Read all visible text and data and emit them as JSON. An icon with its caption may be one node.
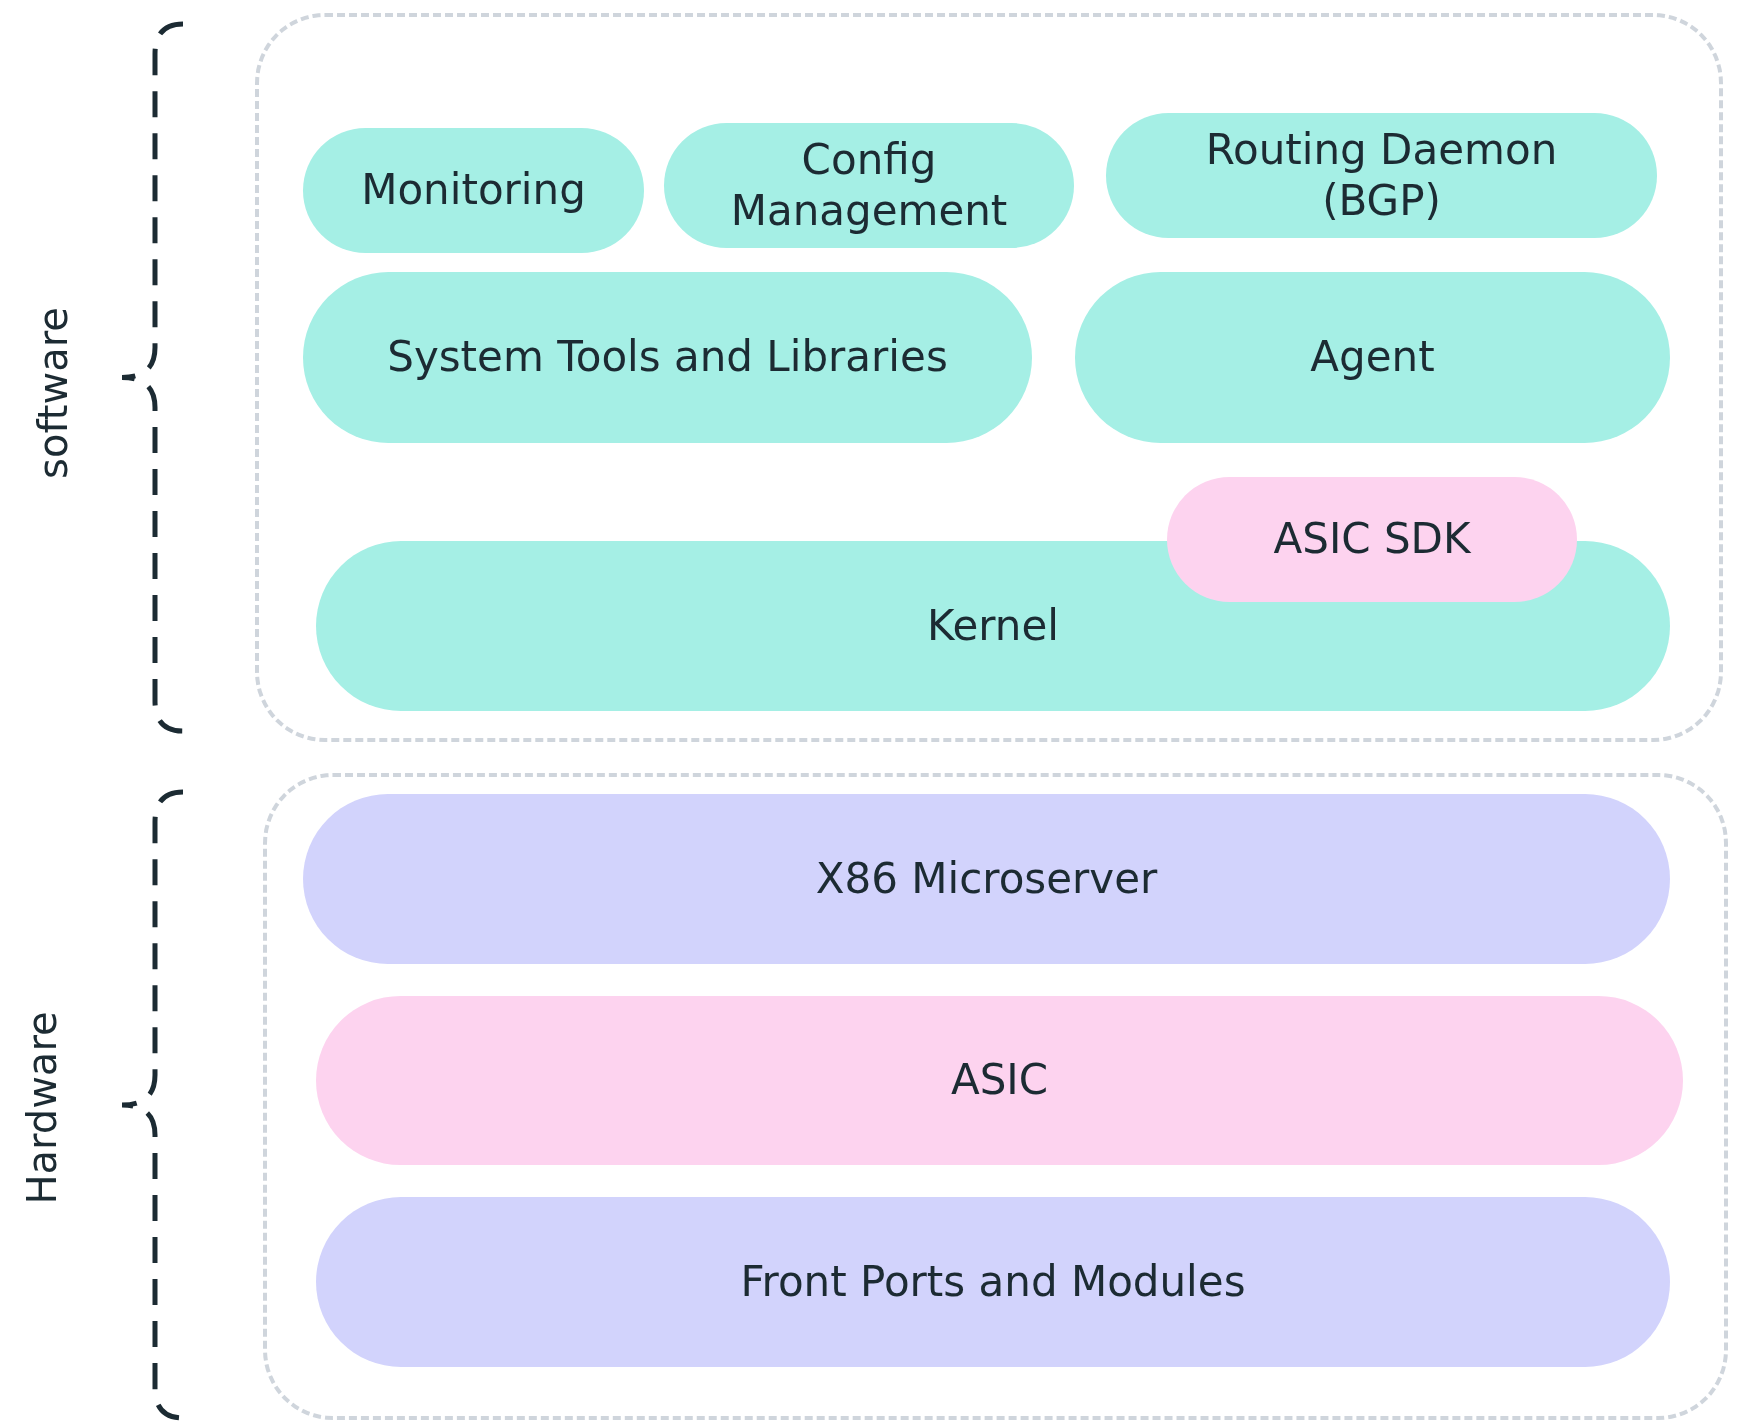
{
  "diagram": {
    "nodes": [
      {
        "text": [],
        "shape": "box"
      },
      {
        "text": [
          "Monitoring"
        ],
        "in": 0
      },
      {
        "text": [
          "Config Management"
        ],
        "in": 0
      },
      {
        "text": [
          "Routing Daemon (BGP)"
        ],
        "in": 0
      },
      {
        "text": [
          "System Tools and Libraries"
        ],
        "in": 0
      },
      {
        "text": [
          "Agent"
        ],
        "in": 0
      },
      {
        "text": [
          "Kernel"
        ],
        "in": 0
      },
      {
        "text": [
          "ASIC SDK"
        ],
        "in": 0
      },
      {
        "text": [],
        "shape": "box"
      },
      {
        "text": [
          "X86 Microserver"
        ],
        "in": 8
      },
      {
        "text": [
          "ASIC"
        ],
        "in": 8
      },
      {
        "text": [
          "Front Ports and Modules"
        ],
        "in": 8
      }
    ],
    "labels": [
      "software",
      "Hardware"
    ]
  }
}
